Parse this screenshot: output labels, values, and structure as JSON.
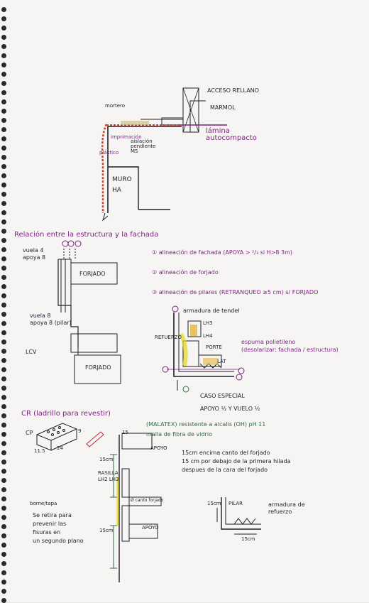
{
  "notes": {
    "top": {
      "acceso_rellano": "ACCESO RELLANO",
      "mortero": "mortero",
      "marmol": "MARMOL",
      "imprimacion": "imprimación",
      "aislacion": "aislación\npendiente\nMS",
      "lamina": "lámina\nautocompacto",
      "plastico": "plástico",
      "muro": "MURO\nHA"
    },
    "section": {
      "title": "Relación entre la estructura y la fachada",
      "vuela": "vuela 4\napoya 8",
      "forjado1": "FORJADO",
      "vuela8": "vuela 8\napoya 8 (pilar)",
      "lcv": "LCV",
      "forjado2": "FORJADO",
      "item1": "① alineación de fachada (APOYA > ²/₃ si H>8 3m)",
      "item2": "② alineación de forjado",
      "item3": "③ alineación de pilares (RETRANQUEO ≥5 cm) s/ FORJADO",
      "armadura": "armadura de tendel",
      "refuerzo": "REFUERZO",
      "lh3": "LH3",
      "lh4": "LH4",
      "porte": "PORTE",
      "espuma": "espuma polietileno\n(desolarizar: fachada / estructura)",
      "lat": "LAT",
      "caso": "CASO ESPECIAL",
      "apoyo_vuelo": "APOYO ½ Y VUELO ½"
    },
    "bottom": {
      "cr": "CR (ladrillo para revestir)",
      "cp": "CP",
      "dim_9": "9",
      "dim_24": "24",
      "dim_115": "11.5",
      "malatex": "(MALATEX) resistente a alcalis (OH) pH 11",
      "malla": "malla de fibra de vidrio",
      "dim_15a": "15",
      "apoyo": "APOYO",
      "rasilla": "RASILLA\nLH2 LH3",
      "dim_15b": "15cm",
      "dim_15c": "15cm",
      "canto": "Ø canto forjado",
      "apoyo2": "APOYO",
      "notes_right": "15cm encima canto del forjado\n15 cm por debajo de la primera hilada\ndespues de la cara del forjado",
      "borne": "borne/tapa",
      "retira": "Se retira para\nprevenir las\nfisuras en\nun segundo plano",
      "dim_15d": "15cm",
      "pilar": "PILAR",
      "dim_15e": "15cm",
      "armadura_ref": "armadura de\nrefuerzo"
    }
  }
}
